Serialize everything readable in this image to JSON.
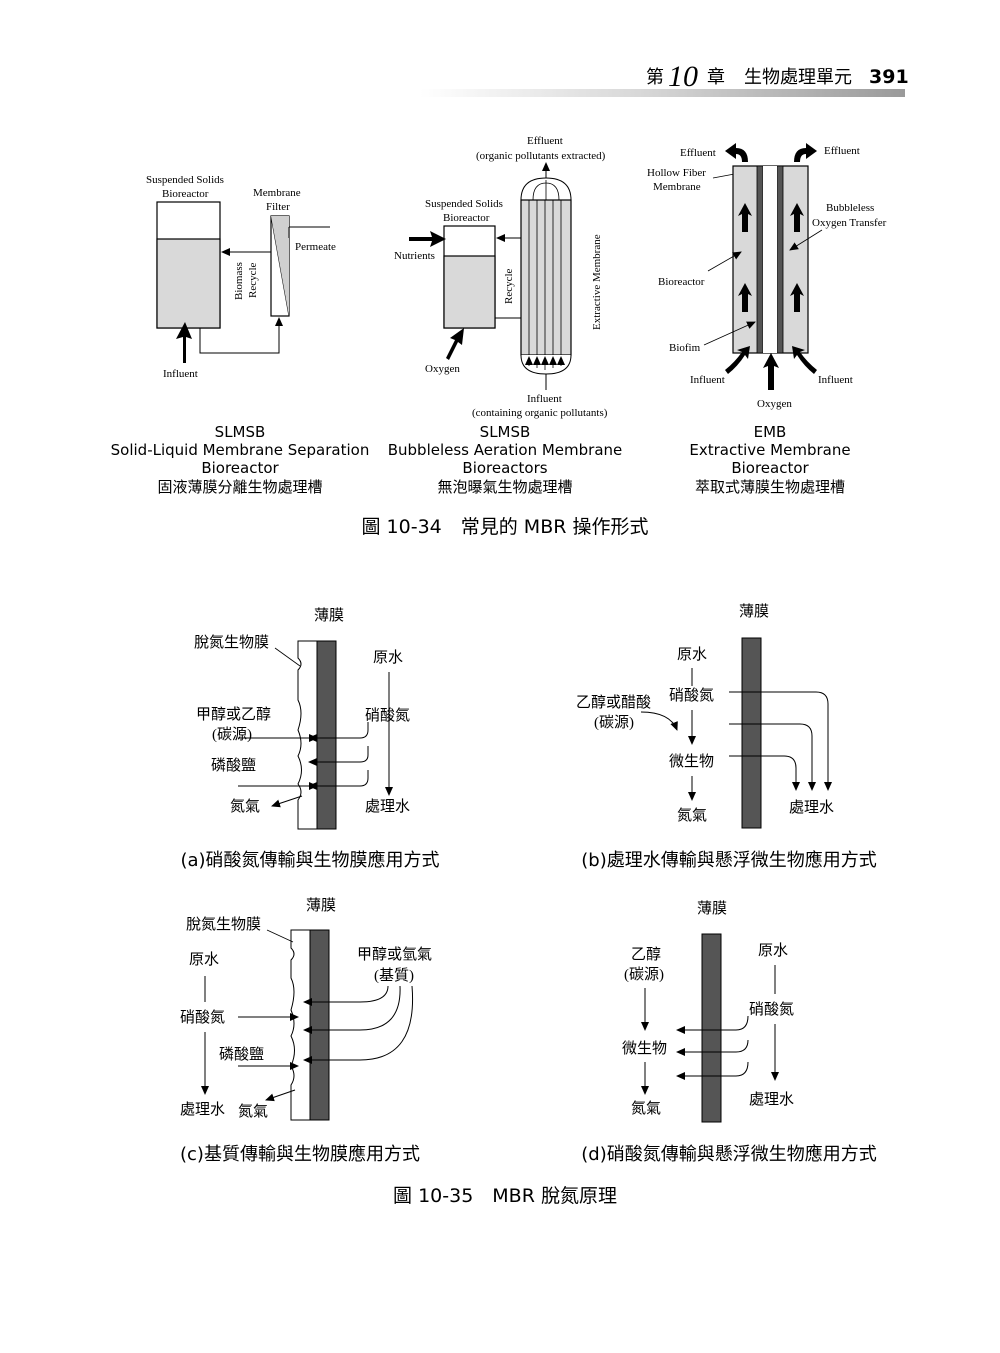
{
  "header": {
    "chapter_prefix": "第",
    "chapter_number": "10",
    "chapter_suffix": "章",
    "chapter_title": "生物處理單元",
    "page_number": "391"
  },
  "figure34": {
    "caption": "圖 10-34　常見的 MBR 操作形式",
    "slmsb": {
      "bioreactor_label_1": "Suspended Solids",
      "bioreactor_label_2": "Bioreactor",
      "membrane_label_1": "Membrane",
      "membrane_label_2": "Filter",
      "permeate": "Permeate",
      "recycle_1": "Biomass",
      "recycle_2": "Recycle",
      "influent": "Influent",
      "caption_1": "SLMSB",
      "caption_2": "Solid-Liquid Membrane Separation",
      "caption_3": "Bioreactor",
      "caption_4": "固液薄膜分離生物處理槽"
    },
    "bamb": {
      "effluent_1": "Effluent",
      "effluent_2": "(organic pollutants extracted)",
      "bioreactor_label_1": "Suspended Solids",
      "bioreactor_label_2": "Bioreactor",
      "nutrients": "Nutrients",
      "recycle": "Recycle",
      "membrane": "Extractive Membrane",
      "oxygen": "Oxygen",
      "influent_1": "Influent",
      "influent_2": "(containing organic pollutants)",
      "caption_1": "SLMSB",
      "caption_2": "Bubbleless Aeration Membrane",
      "caption_3": "Bioreactors",
      "caption_4": "無泡曝氣生物處理槽"
    },
    "emb": {
      "effluent_left": "Effluent",
      "effluent_right": "Effluent",
      "hollow_1": "Hollow Fiber",
      "hollow_2": "Membrane",
      "bubbleless_1": "Bubbleless",
      "bubbleless_2": "Oxygen Transfer",
      "bioreactor": "Bioreactor",
      "biofilm": "Biofim",
      "influent_left": "Influent",
      "influent_right": "Influent",
      "oxygen": "Oxygen",
      "caption_1": "EMB",
      "caption_2": "Extractive Membrane",
      "caption_3": "Bioreactor",
      "caption_4": "萃取式薄膜生物處理槽"
    }
  },
  "figure35": {
    "caption": "圖 10-35　MBR 脫氮原理",
    "a": {
      "membrane": "薄膜",
      "biofilm": "脫氮生物膜",
      "raw_water": "原水",
      "carbon_1": "甲醇或乙醇",
      "carbon_2": "(碳源)",
      "nitrate": "硝酸氮",
      "phosphate": "磷酸鹽",
      "nitrogen_gas": "氮氣",
      "treated": "處理水",
      "caption": "(a)硝酸氮傳輸與生物膜應用方式"
    },
    "b": {
      "membrane": "薄膜",
      "raw_water": "原水",
      "nitrate": "硝酸氮",
      "carbon_1": "乙醇或醋酸",
      "carbon_2": "(碳源)",
      "microbes": "微生物",
      "nitrogen_gas": "氮氣",
      "treated": "處理水",
      "caption": "(b)處理水傳輸與懸浮微生物應用方式"
    },
    "c": {
      "membrane": "薄膜",
      "biofilm": "脫氮生物膜",
      "raw_water": "原水",
      "substrate_1": "甲醇或氫氣",
      "substrate_2": "(基質)",
      "nitrate": "硝酸氮",
      "phosphate": "磷酸鹽",
      "treated": "處理水",
      "nitrogen_gas": "氮氣",
      "caption": "(c)基質傳輸與生物膜應用方式"
    },
    "d": {
      "membrane": "薄膜",
      "carbon_1": "乙醇",
      "carbon_2": "(碳源)",
      "raw_water": "原水",
      "nitrate": "硝酸氮",
      "microbes": "微生物",
      "nitrogen_gas": "氮氣",
      "treated": "處理水",
      "caption": "(d)硝酸氮傳輸與懸浮微生物應用方式"
    }
  }
}
